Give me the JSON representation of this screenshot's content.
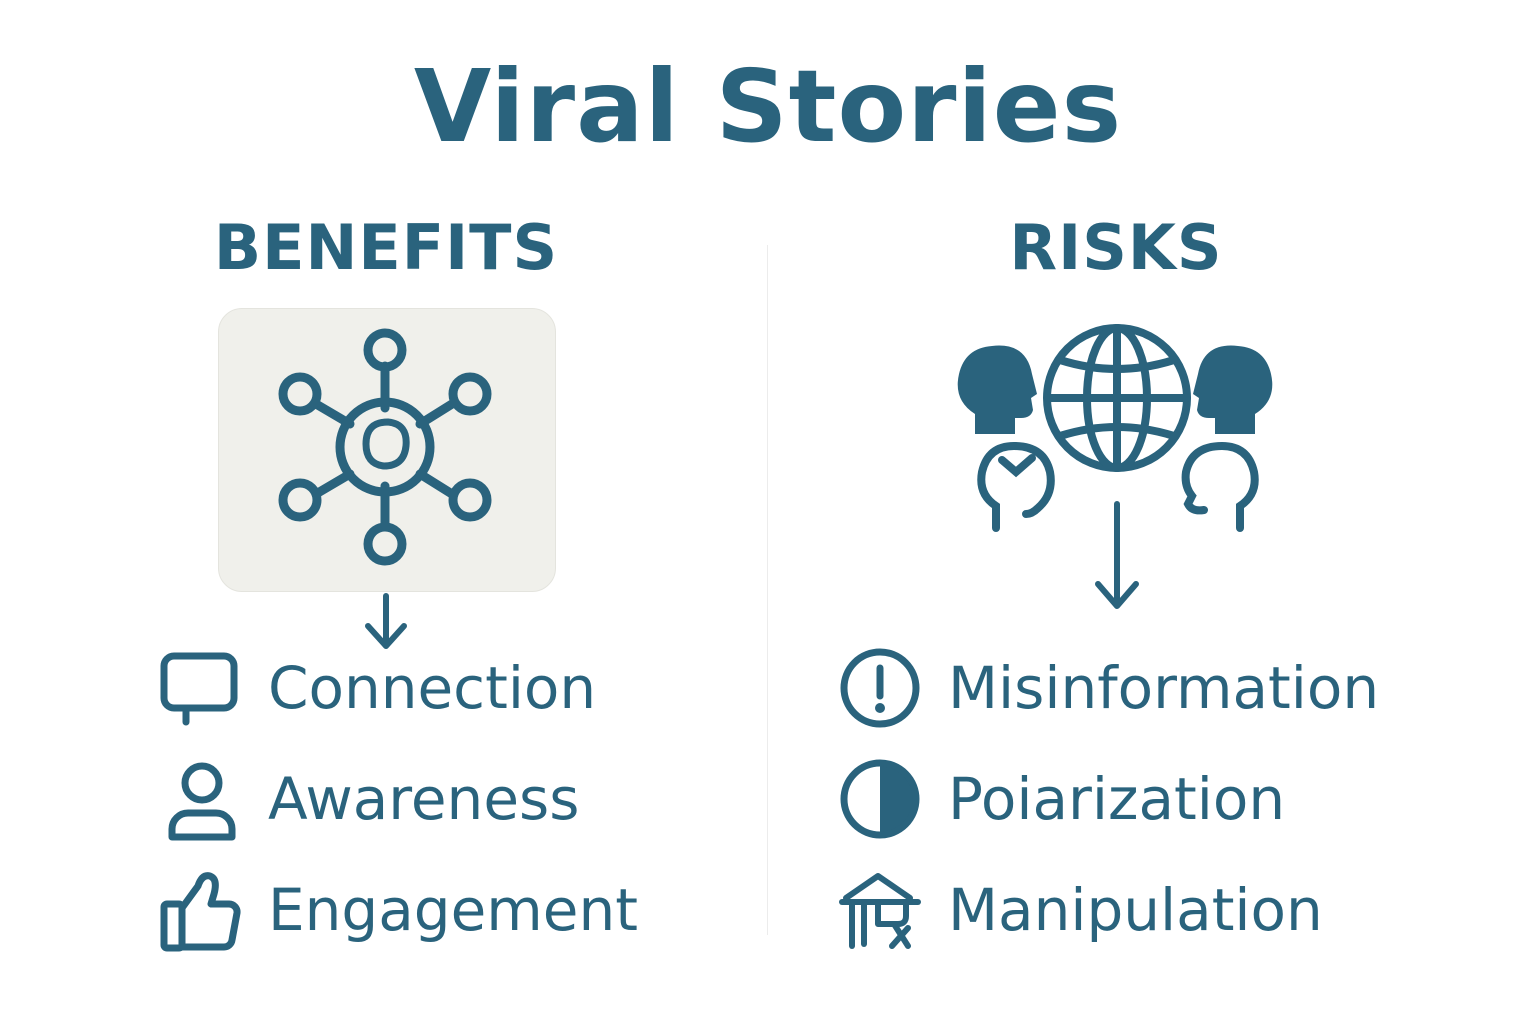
{
  "title": "Viral Stories",
  "colors": {
    "primary": "#2a637d",
    "panel_bg": "#f0f0eb",
    "background": "#ffffff"
  },
  "benefits": {
    "heading": "BENEFITS",
    "hero_icon": "network-hub-icon",
    "items": [
      {
        "label": "Connection",
        "icon": "speech-bubble-icon"
      },
      {
        "label": "Awareness",
        "icon": "person-icon"
      },
      {
        "label": "Engagement",
        "icon": "thumbs-up-icon"
      }
    ]
  },
  "risks": {
    "heading": "RISKS",
    "hero_icon": "globe-with-heads-icon",
    "items": [
      {
        "label": "Misinformation",
        "icon": "alert-circle-icon"
      },
      {
        "label": "Poiarization",
        "icon": "half-circle-icon"
      },
      {
        "label": "Manipulation",
        "icon": "puppet-icon"
      }
    ]
  }
}
